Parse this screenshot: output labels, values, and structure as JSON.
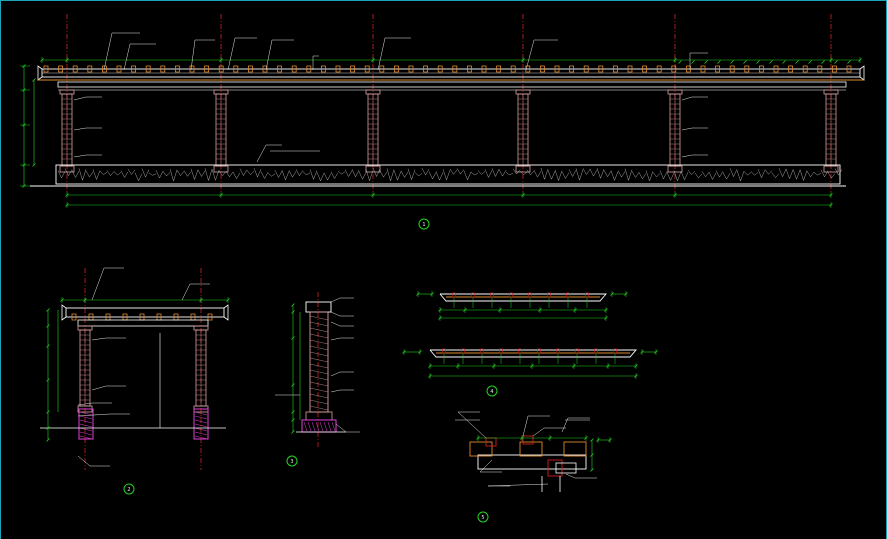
{
  "drawings": [
    {
      "number": "1",
      "title": "",
      "scale": ""
    },
    {
      "number": "2",
      "title": "",
      "scale": ""
    },
    {
      "number": "3",
      "title": "",
      "scale": ""
    },
    {
      "number": "4",
      "title": "",
      "scale": ""
    },
    {
      "number": "5",
      "title": "",
      "scale": ""
    }
  ],
  "colors": {
    "background": "#000000",
    "structure": "#ffffff",
    "dimension": "#22d422",
    "axis": "#d21f1f",
    "timber": "#e08a2c",
    "column": "#d9a0a0",
    "section_fill": "#e23fd9",
    "callout": "#e6e6e6",
    "frame": "#1aa6b7"
  },
  "annotations": {
    "elev_main": [
      "",
      "",
      "",
      "",
      "",
      "",
      "",
      "",
      ""
    ],
    "detail": [
      "",
      "",
      "",
      "",
      "",
      ""
    ]
  }
}
